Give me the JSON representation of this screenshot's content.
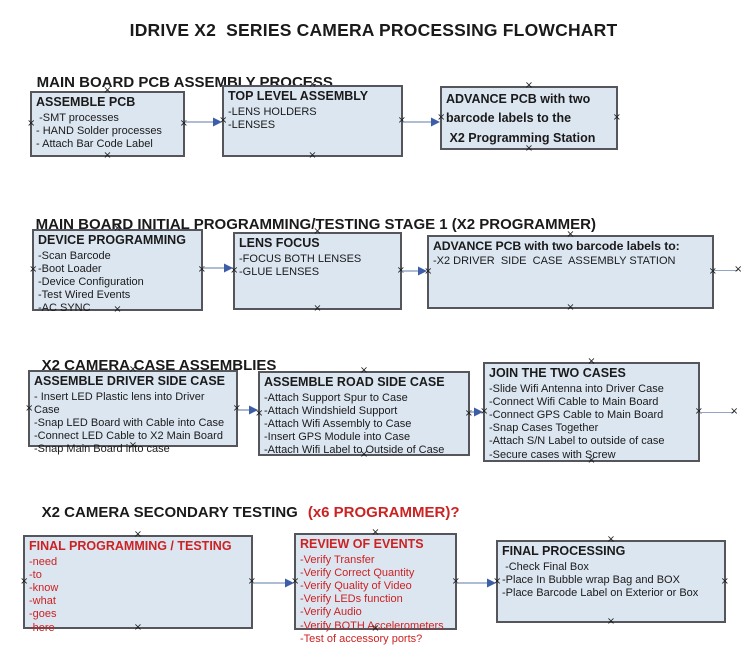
{
  "title": "IDRIVE X2  SERIES CAMERA PROCESSING FLOWCHART",
  "icons": {
    "connector_handle": "×"
  },
  "colors": {
    "box_fill": "#dce6f1",
    "box_border": "#54565b",
    "arrow_line": "#94a5c5",
    "arrow_head": "#3d5ea6",
    "red_text": "#cc2222",
    "black_text": "#1a1a1a"
  },
  "sections": [
    {
      "header": "MAIN BOARD PCB ASSEMBLY PROCESS",
      "boxes": [
        {
          "title": "ASSEMBLE PCB",
          "items": [
            " -SMT processes",
            "- HAND Solder processes",
            "- Attach Bar Code Label"
          ]
        },
        {
          "title": "TOP LEVEL ASSEMBLY",
          "items": [
            "-LENS HOLDERS",
            "-LENSES"
          ]
        },
        {
          "title": "ADVANCE PCB with two barcode labels to the\n X2 Programming Station",
          "items": []
        }
      ]
    },
    {
      "header": "MAIN BOARD INITIAL PROGRAMMING/TESTING STAGE 1 (X2 PROGRAMMER)",
      "boxes": [
        {
          "title": "DEVICE PROGRAMMING",
          "items": [
            "-Scan Barcode",
            "-Boot Loader",
            "-Device Configuration",
            "-Test Wired Events",
            "-AC SYNC"
          ]
        },
        {
          "title": "LENS FOCUS",
          "items": [
            "-FOCUS BOTH LENSES",
            "-GLUE LENSES"
          ]
        },
        {
          "title": "ADVANCE PCB with two barcode labels to:",
          "items": [
            "-X2 DRIVER  SIDE  CASE  ASSEMBLY STATION"
          ]
        }
      ]
    },
    {
      "header": "X2 CAMERA CASE ASSEMBLIES",
      "boxes": [
        {
          "title": "ASSEMBLE DRIVER SIDE CASE",
          "items": [
            "- Insert LED Plastic lens into Driver Case",
            "-Snap LED Board with Cable into Case",
            "-Connect LED Cable to X2 Main Board",
            "-Snap Main Board into case"
          ]
        },
        {
          "title": "ASSEMBLE ROAD SIDE CASE",
          "items": [
            "-Attach Support Spur to Case",
            "-Attach Windshield Support",
            "-Attach Wifi Assembly to Case",
            "-Insert GPS Module into Case",
            "-Attach Wifi Label to Outside of Case"
          ]
        },
        {
          "title": "JOIN THE TWO CASES",
          "items": [
            "-Slide Wifi Antenna into Driver Case",
            "-Connect Wifi Cable to Main Board",
            "-Connect GPS Cable to Main Board",
            "-Snap Cases Together",
            "-Attach S/N Label to outside of case",
            "-Secure cases with Screw"
          ]
        }
      ]
    },
    {
      "header": "X2 CAMERA SECONDARY TESTING",
      "header_suffix": "(x6 PROGRAMMER)?",
      "boxes": [
        {
          "title": "FINAL PROGRAMMING / TESTING",
          "items": [
            "-need",
            "-to",
            "-know",
            "-what",
            "-goes",
            "-here"
          ]
        },
        {
          "title": "REVIEW OF EVENTS",
          "items": [
            "-Verify Transfer",
            "-Verify Correct Quantity",
            "-Verify Quality of Video",
            "-Verify LEDs function",
            "-Verify Audio",
            "-Verify BOTH Accelerometers",
            "-Test of accessory ports?"
          ]
        },
        {
          "title": "FINAL PROCESSING",
          "items": [
            " -Check Final Box",
            "-Place In Bubble wrap Bag and BOX",
            "-Place Barcode Label on Exterior or Box"
          ]
        }
      ]
    }
  ]
}
